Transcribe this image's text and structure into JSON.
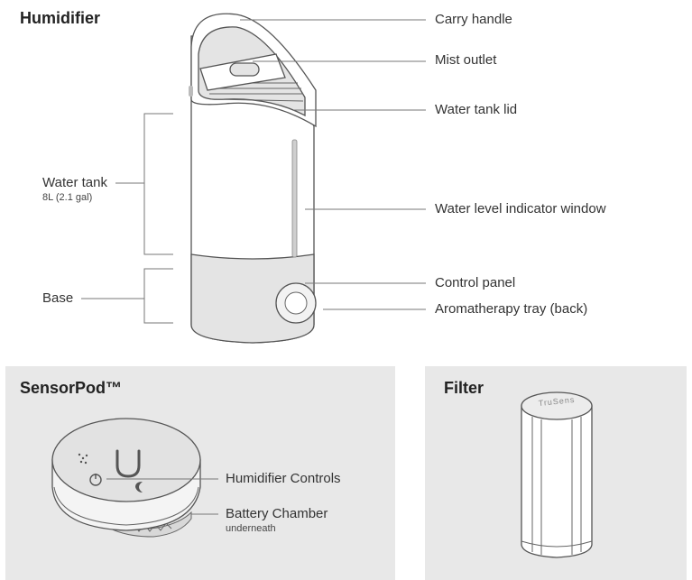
{
  "humidifier": {
    "title": "Humidifier",
    "callouts": {
      "carry_handle": "Carry handle",
      "mist_outlet": "Mist outlet",
      "water_tank_lid": "Water tank lid",
      "water_level_window": "Water level indicator window",
      "control_panel": "Control panel",
      "aromatherapy_tray": "Aromatherapy tray (back)"
    },
    "water_tank": {
      "label": "Water tank",
      "capacity": "8L (2.1 gal)"
    },
    "base": {
      "label": "Base"
    }
  },
  "sensorpod": {
    "title": "SensorPod™",
    "callouts": {
      "controls": "Humidifier Controls",
      "battery": "Battery Chamber",
      "battery_sub": "underneath"
    }
  },
  "filter": {
    "title": "Filter",
    "brand": "TruSens"
  }
}
